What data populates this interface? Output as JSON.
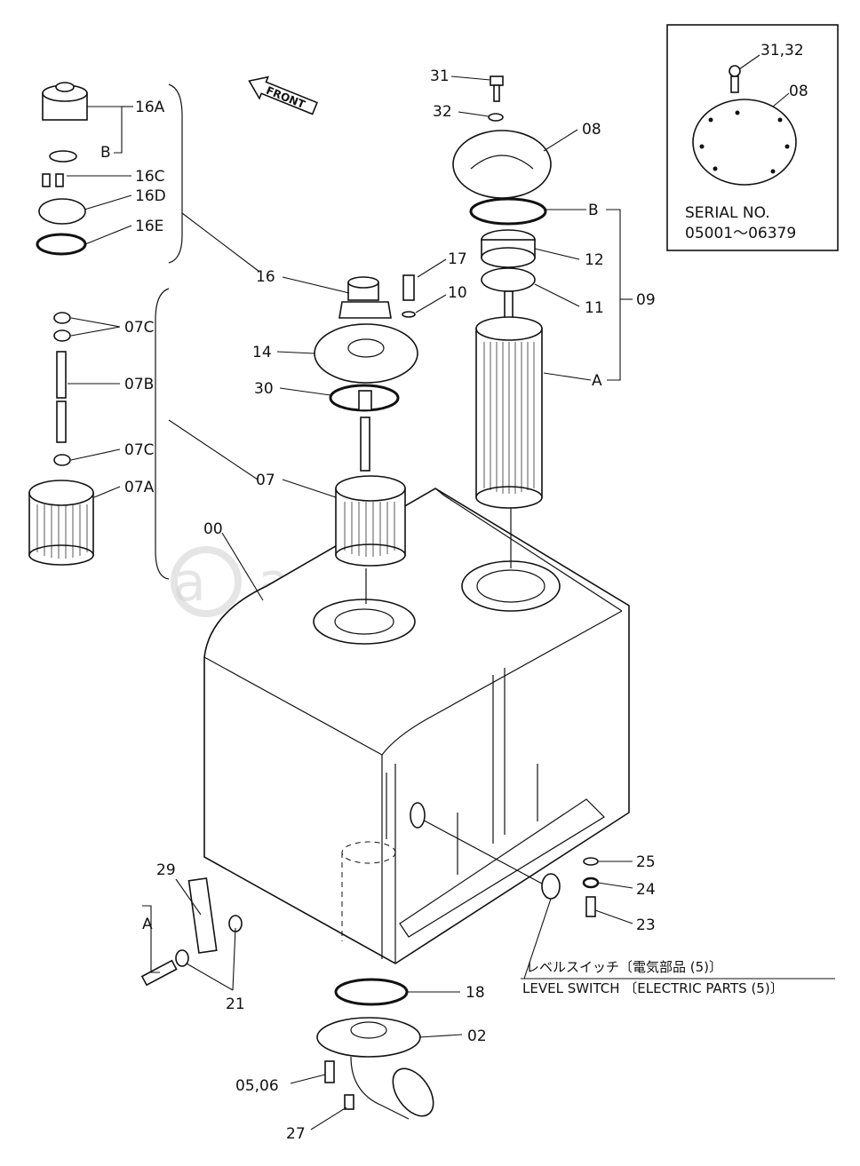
{
  "front_label": "FRONT",
  "inset": {
    "callout_bolt": "31,32",
    "callout_cover": "08",
    "serial_title": "SERIAL NO.",
    "serial_range": "05001～06379"
  },
  "callouts": {
    "c31": "31",
    "c32": "32",
    "c08": "08",
    "cB": "B",
    "c12": "12",
    "c11": "11",
    "c09": "09",
    "cA": "A",
    "c17": "17",
    "c10": "10",
    "c16": "16",
    "c14": "14",
    "c30": "30",
    "c07": "07",
    "c00": "00",
    "c16A": "16A",
    "c16B": "B",
    "c16C": "16C",
    "c16D": "16D",
    "c16E": "16E",
    "c07C1": "07C",
    "c07B": "07B",
    "c07C2": "07C",
    "c07A": "07A",
    "c25": "25",
    "c24": "24",
    "c23": "23",
    "c29": "29",
    "cA2": "A",
    "c21": "21",
    "c18": "18",
    "c02": "02",
    "c0506": "05,06",
    "c27": "27"
  },
  "level_switch": {
    "jp": "レベルスイッチ〔電気部品 (5)〕",
    "en": "LEVEL SWITCH 〔ELECTRIC PARTS (5)〕"
  },
  "watermark": "autopiter.ru"
}
